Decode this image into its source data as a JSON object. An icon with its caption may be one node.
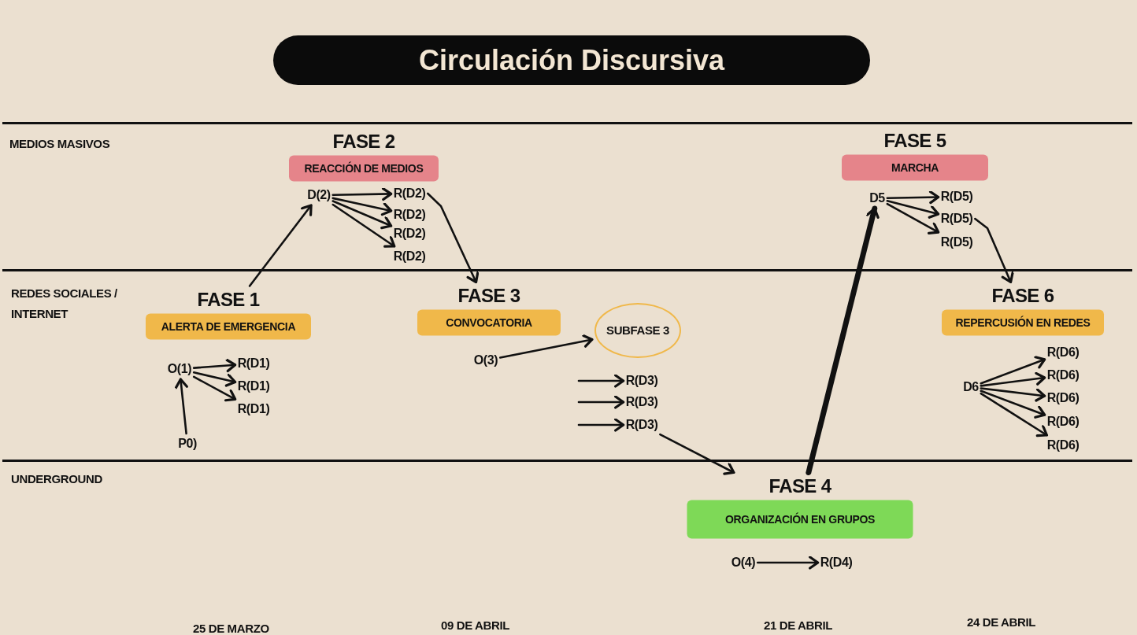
{
  "diagram": {
    "title": "Circulación Discursiva",
    "nodes": [
      {
        "text": [
          "FASE 1",
          "ALERTA DE EMERGENCIA"
        ]
      },
      {
        "text": [
          "O(1)"
        ]
      },
      {
        "text": [
          "R(D1)"
        ]
      },
      {
        "text": [
          "R(D1)"
        ]
      },
      {
        "text": [
          "R(D1)"
        ]
      },
      {
        "text": [
          "P0)"
        ]
      },
      {
        "text": [
          "FASE 2",
          "REACCIÓN DE MEDIOS"
        ]
      },
      {
        "text": [
          "D(2)"
        ]
      },
      {
        "text": [
          "R(D2)"
        ]
      },
      {
        "text": [
          "R(D2)"
        ]
      },
      {
        "text": [
          "R(D2)"
        ]
      },
      {
        "text": [
          "R(D2)"
        ]
      },
      {
        "text": [
          "FASE 3",
          "CONVOCATORIA"
        ]
      },
      {
        "text": [
          "O(3)"
        ]
      },
      {
        "text": [
          "SUBFASE 3"
        ]
      },
      {
        "text": [
          "R(D3)"
        ]
      },
      {
        "text": [
          "R(D3)"
        ]
      },
      {
        "text": [
          "R(D3)"
        ]
      },
      {
        "text": [
          "FASE 4",
          "ORGANIZACIÓN EN GRUPOS"
        ]
      },
      {
        "text": [
          "O(4)"
        ]
      },
      {
        "text": [
          "R(D4)"
        ]
      },
      {
        "text": [
          "FASE 5",
          "MARCHA"
        ]
      },
      {
        "text": [
          "D5"
        ]
      },
      {
        "text": [
          "R(D5)"
        ]
      },
      {
        "text": [
          "R(D5)"
        ]
      },
      {
        "text": [
          "R(D5)"
        ]
      },
      {
        "text": [
          "FASE 6",
          "REPERCUSIÓN EN REDES"
        ]
      },
      {
        "text": [
          "D6"
        ]
      },
      {
        "text": [
          "R(D6)"
        ]
      },
      {
        "text": [
          "R(D6)"
        ]
      },
      {
        "text": [
          "R(D6)"
        ]
      },
      {
        "text": [
          "R(D6)"
        ]
      },
      {
        "text": [
          "R(D6)"
        ]
      }
    ],
    "edges": [
      {
        "from": 1,
        "to": 2,
        "arrow": "to"
      },
      {
        "from": 1,
        "to": 3,
        "arrow": "to"
      },
      {
        "from": 1,
        "to": 4,
        "arrow": "to"
      },
      {
        "from": 5,
        "to": 1,
        "arrow": "to"
      },
      {
        "from": 0,
        "to": 7,
        "arrow": "to"
      },
      {
        "from": 7,
        "to": 8,
        "arrow": "to"
      },
      {
        "from": 7,
        "to": 9,
        "arrow": "to"
      },
      {
        "from": 7,
        "to": 10,
        "arrow": "to"
      },
      {
        "from": 7,
        "to": 11,
        "arrow": "to"
      },
      {
        "from": 8,
        "to": 12,
        "arrow": "to"
      },
      {
        "from": 13,
        "to": 14,
        "arrow": "to"
      },
      {
        "from": null,
        "to": 15,
        "arrow": "to"
      },
      {
        "from": null,
        "to": 16,
        "arrow": "to"
      },
      {
        "from": null,
        "to": 17,
        "arrow": "to"
      },
      {
        "from": 17,
        "to": 18,
        "arrow": "to"
      },
      {
        "from": 19,
        "to": 20,
        "arrow": "to"
      },
      {
        "from": 18,
        "to": 22,
        "arrow": "to",
        "style": "thick"
      },
      {
        "from": 22,
        "to": 23,
        "arrow": "to"
      },
      {
        "from": 22,
        "to": 24,
        "arrow": "to"
      },
      {
        "from": 22,
        "to": 25,
        "arrow": "to"
      },
      {
        "from": 24,
        "to": 26,
        "arrow": "to"
      },
      {
        "from": 27,
        "to": 28,
        "arrow": "to"
      },
      {
        "from": 27,
        "to": 29,
        "arrow": "to"
      },
      {
        "from": 27,
        "to": 30,
        "arrow": "to"
      },
      {
        "from": 27,
        "to": 31,
        "arrow": "to"
      },
      {
        "from": 27,
        "to": 32,
        "arrow": "to"
      }
    ],
    "labels": [
      "MEDIOS MASIVOS",
      "REDES SOCIALES / INTERNET",
      "UNDERGROUND",
      "25 DE MARZO",
      "09 DE ABRIL",
      "21 DE ABRIL",
      "24 DE ABRIL"
    ]
  }
}
